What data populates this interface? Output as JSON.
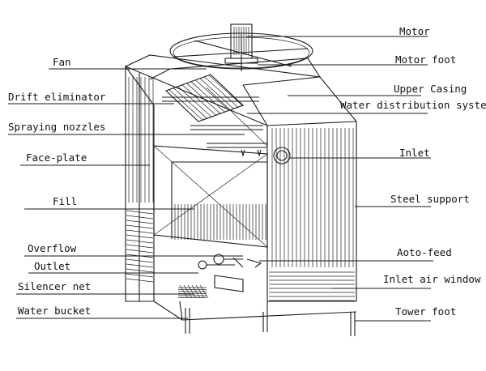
{
  "labels": {
    "motor": "Motor",
    "motor_foot": "Motor foot",
    "upper_casing": "Upper Casing",
    "water_distribution": "Water distribution system",
    "inlet": "Inlet",
    "steel_support": "Steel support",
    "aoto_feed": "Aoto-feed",
    "inlet_air_window": "Inlet air window",
    "tower_foot": "Tower foot",
    "fan": "Fan",
    "drift_eliminator": "Drift eliminator",
    "spraying_nozzles": "Spraying nozzles",
    "face_plate": "Face-plate",
    "fill": "Fill",
    "overflow": "Overflow",
    "outlet": "Outlet",
    "silencer_net": "Silencer net",
    "water_bucket": "Water bucket"
  },
  "colors": {
    "ink": "#1a1a1a",
    "paper": "#ffffff"
  }
}
